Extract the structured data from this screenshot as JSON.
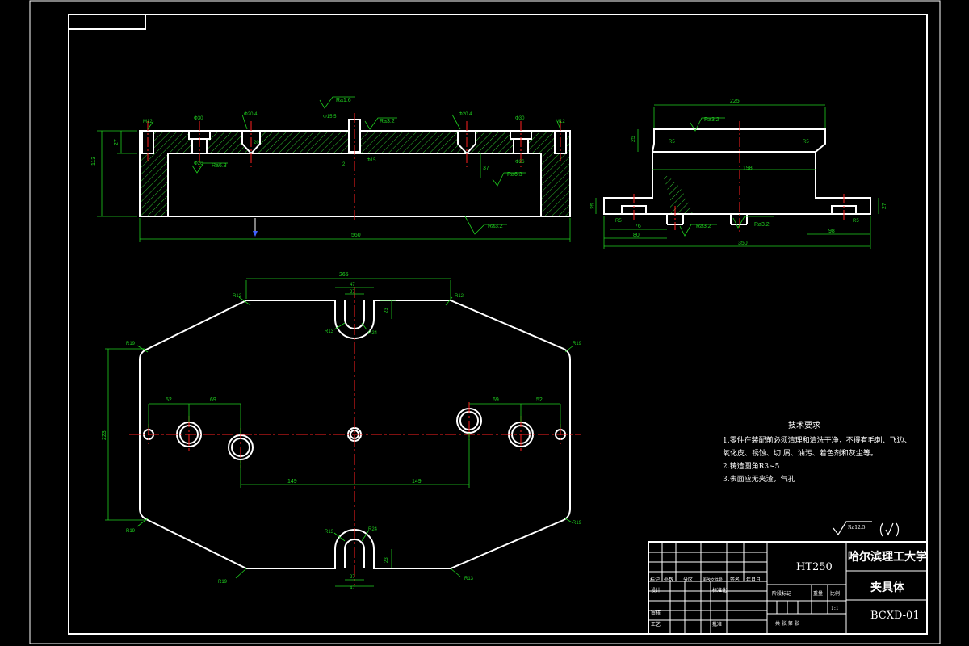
{
  "drawing": {
    "colors": {
      "background": "#000000",
      "outline": "#ffffff",
      "dimension": "#1fd01f",
      "centerline": "#ff2020",
      "hatch": "#2fc02f"
    },
    "front_view": {
      "overall_length": "560",
      "height": "113",
      "top_thickness": "27",
      "inner_depth": "37",
      "roughness": [
        "Ra3.2",
        "Ra6.3",
        "Ra6.3",
        "Ra3.2",
        "Ra1.6"
      ],
      "holes": [
        "M12",
        "Φ30",
        "Φ26",
        "Φ20.4",
        "Φ15.5",
        "Φ15",
        "Φ20.4",
        "Φ30",
        "Φ26",
        "M12",
        "20",
        "2"
      ]
    },
    "side_view": {
      "top_width": "225",
      "inner_width": "198",
      "base_width": "350",
      "left_offset": "80",
      "left_offset_inner": "76",
      "right_offset": "98",
      "rise": "25",
      "base_thickness": "27",
      "left_height": "25",
      "radii": [
        "R5",
        "R5",
        "R5",
        "R5"
      ],
      "roughness": [
        "Ra3.2",
        "Ra3.2",
        "Ra3.2"
      ]
    },
    "plan_view": {
      "top_width": "265",
      "slot_width": "47",
      "slot_inner": "27",
      "slot_depth": "23",
      "overall_height": "223",
      "pitch_left_a": "52",
      "pitch_left_b": "69",
      "pitch_right_a": "69",
      "pitch_right_b": "52",
      "center_left": "149",
      "center_right": "149",
      "radii": [
        "R12",
        "R12",
        "R13",
        "R24",
        "R19",
        "R19",
        "R19",
        "R19",
        "R13",
        "R24",
        "R19",
        "R13"
      ]
    },
    "notes": {
      "title": "技术要求",
      "lines": [
        "1.零件在装配前必须清理和清洗干净，不得有毛刺、飞边、",
        "氧化皮、锈蚀、切  屑、油污、着色剂和灰尘等。",
        "2.铸造圆角R3~5",
        "3.表面应无夹渣，气孔"
      ]
    },
    "general_roughness": "Ra12.5",
    "title_block": {
      "material": "HT250",
      "school": "哈尔滨理工大学",
      "part_name": "夹具体",
      "drawing_no": "BCXD-01",
      "scale": "1:1",
      "labels": {
        "mark": "标记",
        "count": "处数",
        "zone": "分区",
        "change_no": "更改文件号",
        "sign": "签名",
        "date": "年月日",
        "design": "设计",
        "standard": "标准化",
        "check": "审核",
        "process": "工艺",
        "approve": "批准",
        "stage_mark": "阶段标记",
        "weight": "重量",
        "ratio": "比例",
        "sheets": "共  张  第  张"
      }
    }
  }
}
